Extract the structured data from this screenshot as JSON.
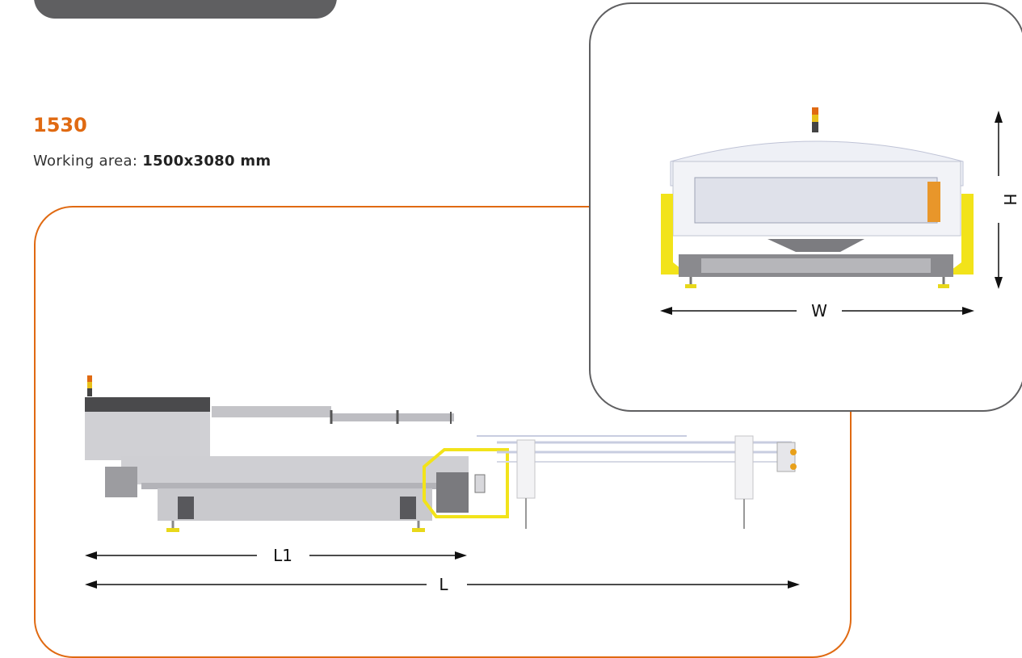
{
  "model": {
    "name": "1530",
    "working_area_label": "Working area:",
    "working_area_value": "1500x3080 mm"
  },
  "colors": {
    "accent": "#e06a12",
    "frame_gray": "#5f5f61",
    "safety_yellow": "#f2e31a"
  },
  "side_view": {
    "label_L1": "L1",
    "label_L": "L"
  },
  "front_view": {
    "label_W": "W",
    "label_H": "H"
  }
}
